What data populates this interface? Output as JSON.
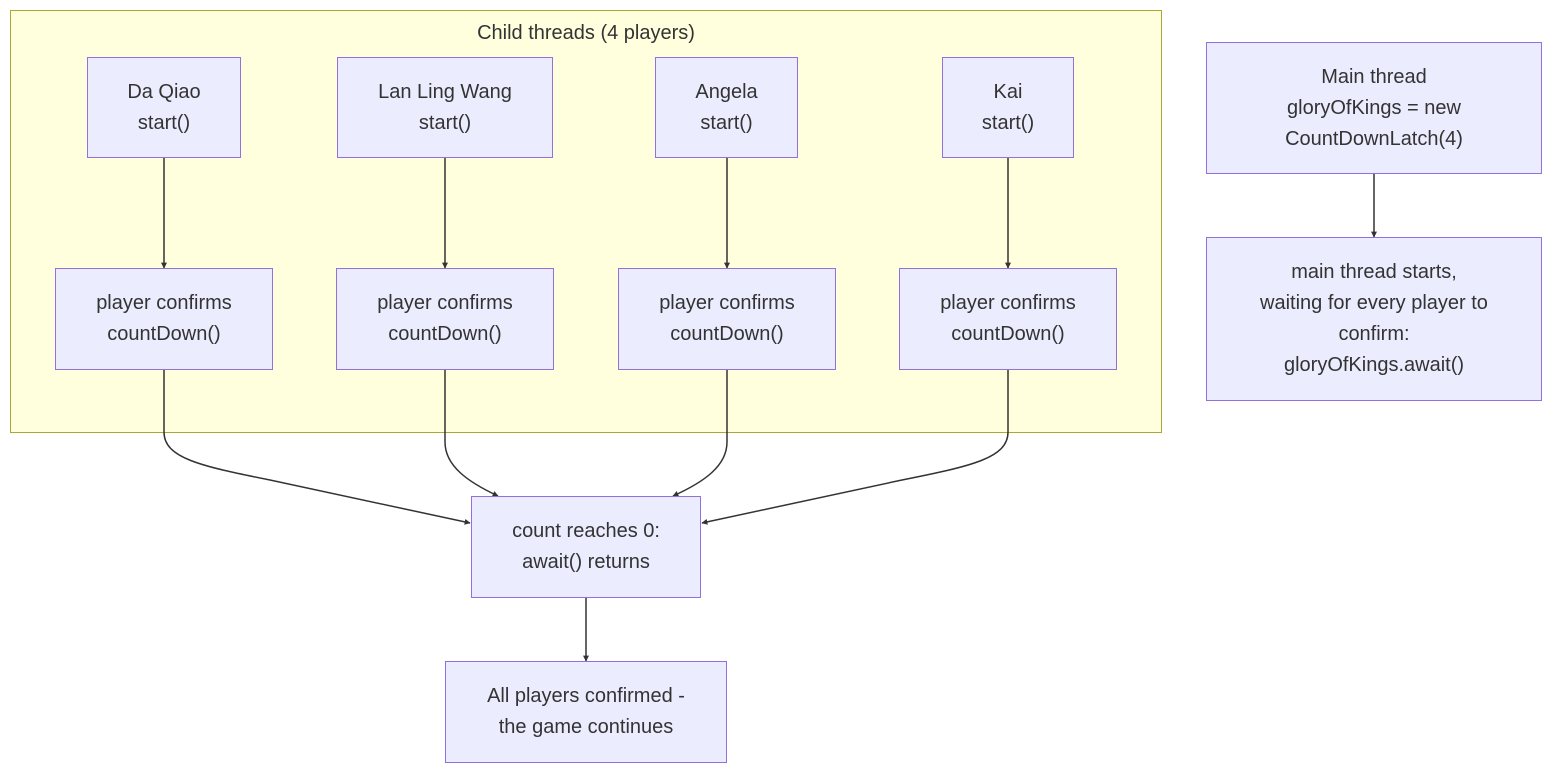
{
  "cluster": {
    "title": "Child threads (4 players)"
  },
  "nodes": {
    "da_qiao": {
      "line1": "Da Qiao",
      "line2": "start()"
    },
    "lan_ling_wang": {
      "line1": "Lan Ling Wang",
      "line2": "start()"
    },
    "angela": {
      "line1": "Angela",
      "line2": "start()"
    },
    "kai": {
      "line1": "Kai",
      "line2": "start()"
    },
    "confirm_1": {
      "line1": "player confirms",
      "line2": "countDown()"
    },
    "confirm_2": {
      "line1": "player confirms",
      "line2": "countDown()"
    },
    "confirm_3": {
      "line1": "player confirms",
      "line2": "countDown()"
    },
    "confirm_4": {
      "line1": "player confirms",
      "line2": "countDown()"
    },
    "main_thread": {
      "line1": "Main thread",
      "line2": "gloryOfKings = new",
      "line3": "CountDownLatch(4)"
    },
    "main_wait": {
      "line1": "main thread starts,",
      "line2": "waiting for every player to",
      "line3": "confirm:",
      "line4": "gloryOfKings.await()"
    },
    "count_zero": {
      "line1": "count reaches 0:",
      "line2": "await() returns"
    },
    "all_confirmed": {
      "line1": "All players confirmed -",
      "line2": "the game continues"
    }
  },
  "colors": {
    "node_fill": "#ececff",
    "node_border": "#9370db",
    "cluster_fill": "#ffffde",
    "cluster_border": "#aaaa33",
    "edge": "#333333",
    "text": "#333333"
  }
}
